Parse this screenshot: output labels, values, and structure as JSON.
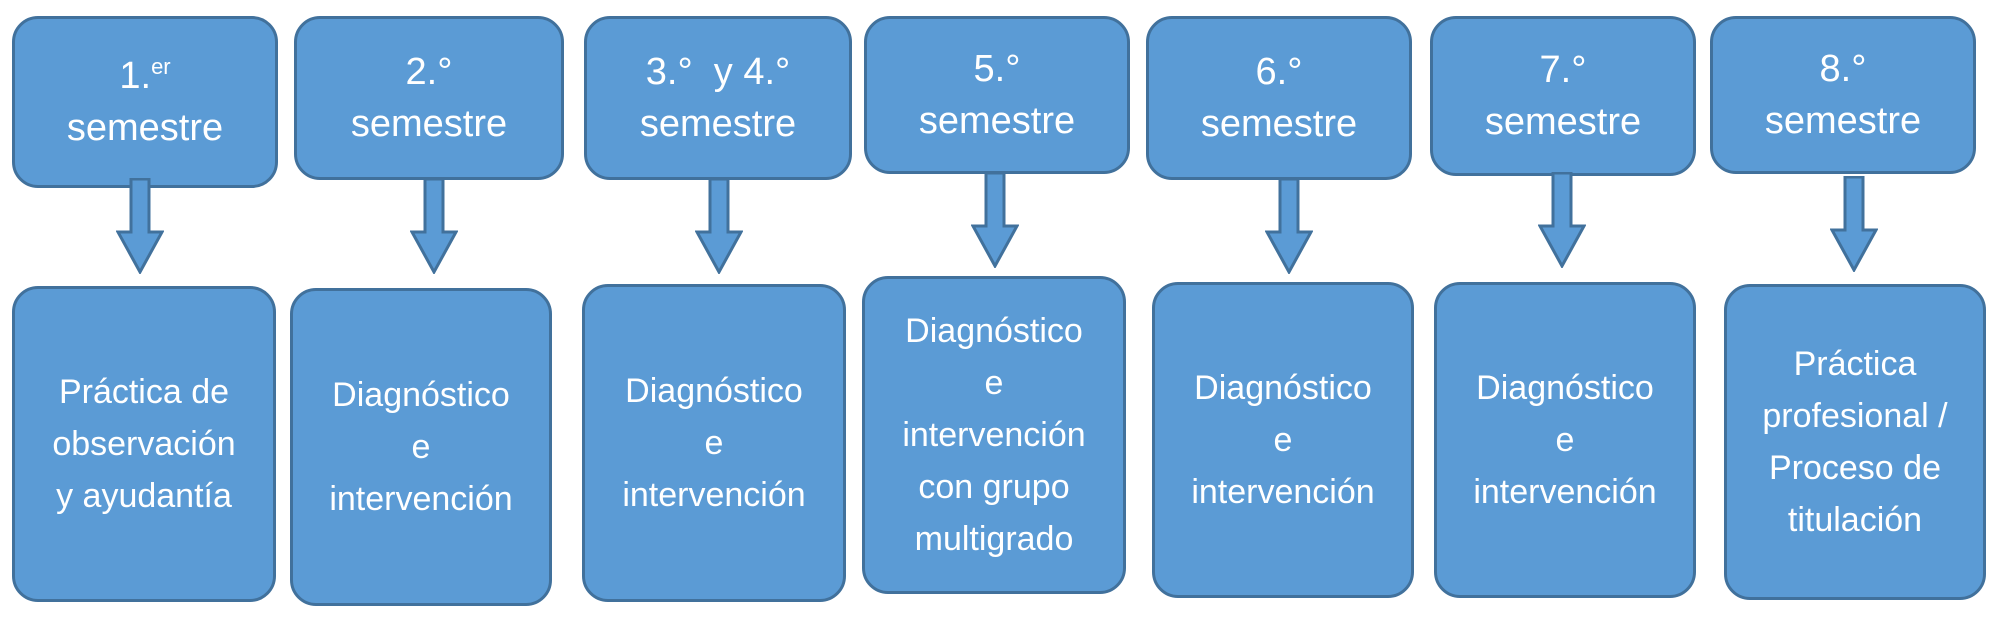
{
  "colors": {
    "fill": "#5b9bd5",
    "stroke": "#41719c",
    "text": "#ffffff"
  },
  "semesters": [
    {
      "num": "1.",
      "sup": "er",
      "label": "semestre"
    },
    {
      "num": "2.°",
      "sup": "",
      "label": "semestre"
    },
    {
      "num": "3.°  y 4.°",
      "sup": "",
      "label": "semestre"
    },
    {
      "num": "5.°",
      "sup": "",
      "label": "semestre"
    },
    {
      "num": "6.°",
      "sup": "",
      "label": "semestre"
    },
    {
      "num": "7.°",
      "sup": "",
      "label": "semestre"
    },
    {
      "num": "8.°",
      "sup": "",
      "label": "semestre"
    }
  ],
  "activities": [
    {
      "lines": [
        "Práctica de",
        "observación",
        "y ayudantía"
      ]
    },
    {
      "lines": [
        "Diagnóstico",
        "e",
        "intervención"
      ]
    },
    {
      "lines": [
        "Diagnóstico",
        "e",
        "intervención"
      ]
    },
    {
      "lines": [
        "Diagnóstico",
        "e",
        "intervención",
        "con grupo",
        "multigrado"
      ]
    },
    {
      "lines": [
        "Diagnóstico",
        "e",
        "intervención"
      ]
    },
    {
      "lines": [
        "Diagnóstico",
        "e",
        "intervención"
      ]
    },
    {
      "lines": [
        "Práctica",
        "profesional /",
        "Proceso de",
        "titulación"
      ]
    }
  ]
}
